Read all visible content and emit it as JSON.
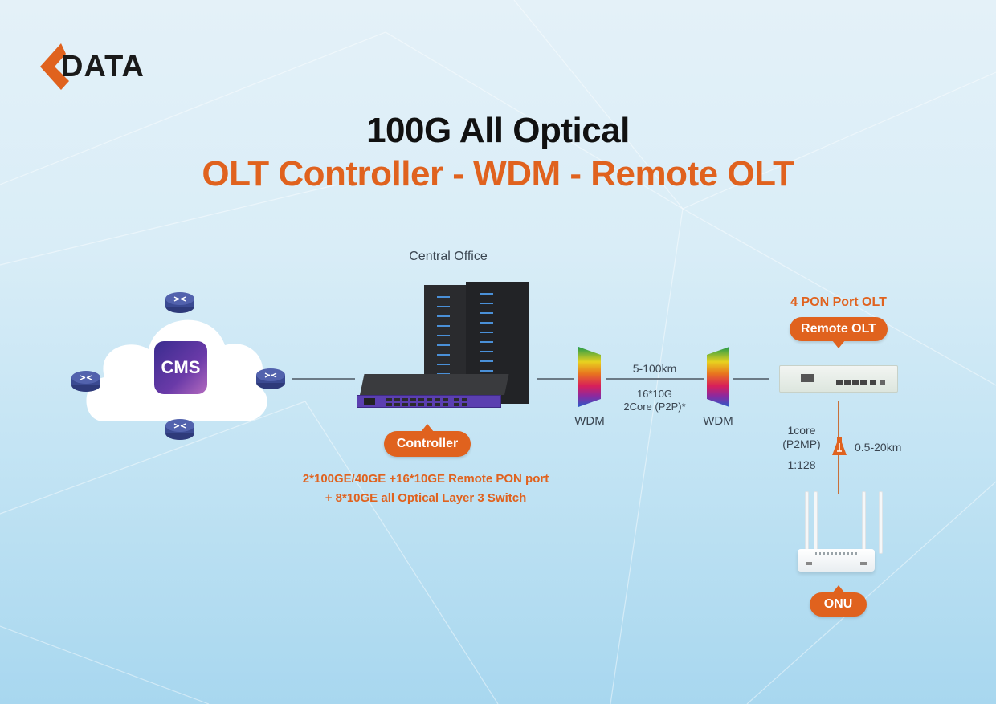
{
  "brand": {
    "logo_text": "DATA",
    "accent_color": "#e0621e",
    "dark_color": "#1a1a1a"
  },
  "header": {
    "title": "100G All Optical",
    "subtitle": "OLT Controller - WDM - Remote OLT"
  },
  "cloud": {
    "center_label": "CMS",
    "router_icon": "router-icon",
    "router_count": 4
  },
  "central_office": {
    "label": "Central Office",
    "controller_badge": "Controller",
    "description_line1": "2*100GE/40GE +16*10GE Remote PON port",
    "description_line2": "+ 8*10GE all Optical Layer 3 Switch"
  },
  "wdm_link": {
    "left_label": "WDM",
    "right_label": "WDM",
    "distance": "5-100km",
    "capacity": "16*10G",
    "core": "2Core (P2P)*"
  },
  "remote_olt": {
    "caption": "4 PON Port OLT",
    "badge": "Remote OLT"
  },
  "pon_link": {
    "core": "1core",
    "mode": "(P2MP)",
    "split_ratio": "1:128",
    "distance": "0.5-20km",
    "splitter_icon": "splitter-icon"
  },
  "onu": {
    "badge": "ONU"
  }
}
